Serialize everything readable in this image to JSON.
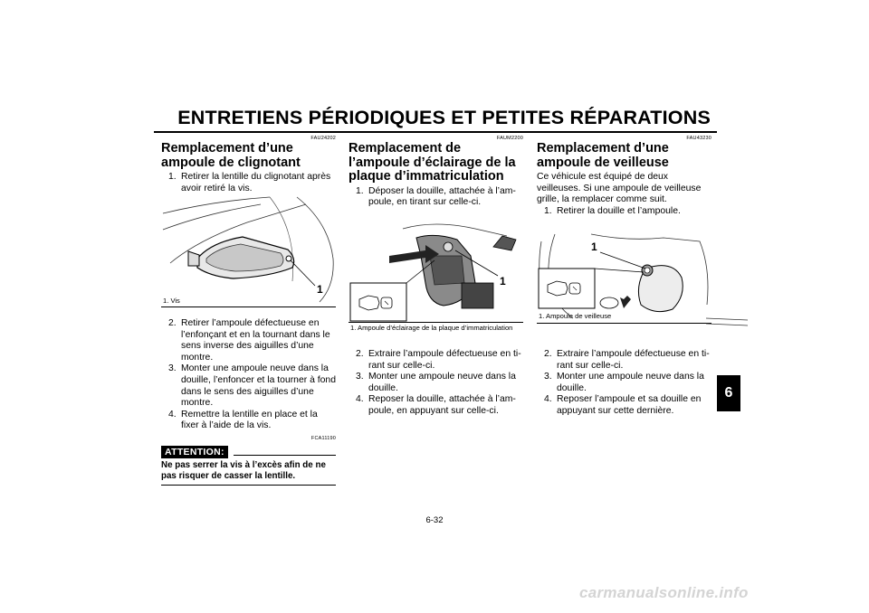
{
  "header": {
    "title": "ENTRETIENS PÉRIODIQUES ET PETITES RÉPARATIONS",
    "chapter_tab": "6"
  },
  "col1": {
    "code": "FAU24202",
    "title": "Remplacement d’une ampoule de clignotant",
    "step1_num": "1.",
    "step1": "Retirer la lentille du clignotant après avoir retiré la vis.",
    "fig_callout": "1",
    "caption": "1. Vis",
    "step2_num": "2.",
    "step2": "Retirer l’ampoule défectueuse en l’en­fonçant et en la tournant dans le sens inverse des aiguilles d’une montre.",
    "step3_num": "3.",
    "step3": "Monter une ampoule neuve dans la douille, l’enfoncer et la tourner à fond dans le sens des aiguilles d’une mon­tre.",
    "step4_num": "4.",
    "step4": "Remettre la lentille en place et la fixer à l’aide de la vis.",
    "attention_code": "FCA11190",
    "attention_label": "ATTENTION:",
    "attention_text": "Ne pas serrer la vis à l’excès afin de ne pas risquer de casser la lentille."
  },
  "col2": {
    "code": "FAUM2200",
    "title": "Remplacement de l’ampoule d’éclairage de la plaque d’imma­triculation",
    "step1_num": "1.",
    "step1": "Déposer la douille, attachée à l’am­poule, en tirant sur celle-ci.",
    "fig_callout": "1",
    "caption": "1. Ampoule d’éclairage de la plaque d’immatri­culation",
    "step2_num": "2.",
    "step2": "Extraire l’ampoule défectueuse en ti­rant sur celle-ci.",
    "step3_num": "3.",
    "step3": "Monter une ampoule neuve dans la douille.",
    "step4_num": "4.",
    "step4": "Reposer la douille, attachée à l’am­poule, en appuyant sur celle-ci."
  },
  "col3": {
    "code": "FAU43230",
    "title": "Remplacement d’une ampoule de veilleuse",
    "intro": "Ce véhicule est équipé de deux veilleuses. Si une ampoule de veilleuse grille, la rem­placer comme suit.",
    "step1_num": "1.",
    "step1": "Retirer la douille et l’ampoule.",
    "fig_callout": "1",
    "caption": "1. Ampoule de veilleuse",
    "step2_num": "2.",
    "step2": "Extraire l’ampoule défectueuse en ti­rant sur celle-ci.",
    "step3_num": "3.",
    "step3": "Monter une ampoule neuve dans la douille.",
    "step4_num": "4.",
    "step4": "Reposer l’ampoule et sa douille en ap­puyant sur cette dernière."
  },
  "footer": {
    "page_number": "6-32",
    "watermark": "carmanualsonline.info"
  }
}
